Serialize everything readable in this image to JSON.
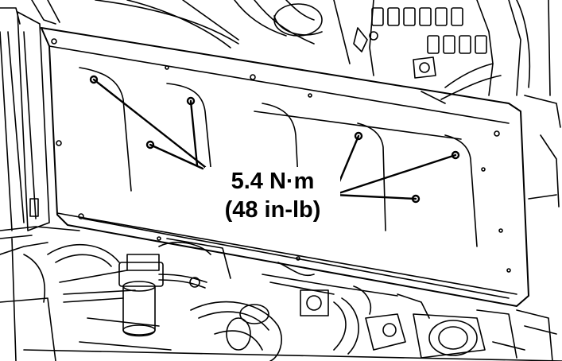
{
  "figure": {
    "subject": "panel-fastener-torque",
    "torque_metric": "5.4 N·m",
    "torque_imperial": "(48 in-lb)",
    "callout_count": 6,
    "colors": {
      "line": "#000000",
      "background": "#ffffff"
    }
  }
}
